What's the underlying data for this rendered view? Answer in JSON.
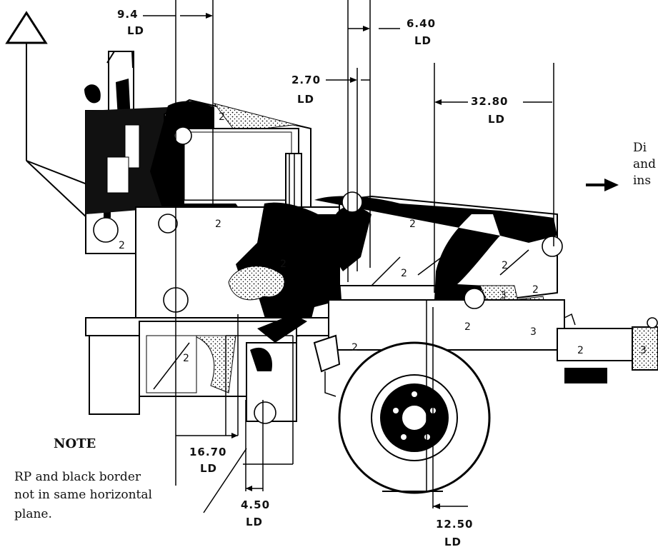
{
  "measurements": {
    "d1": {
      "value": "9.4",
      "unit": "LD"
    },
    "d2": {
      "value": "6.40",
      "unit": "LD"
    },
    "d3": {
      "value": "2.70",
      "unit": "LD"
    },
    "d4": {
      "value": "32.80",
      "unit": "LD"
    },
    "d5": {
      "value": "16.70",
      "unit": "LD"
    },
    "d6": {
      "value": "4.50",
      "unit": "LD"
    },
    "d7": {
      "value": "12.50",
      "unit": "LD"
    }
  },
  "zones": [
    "2",
    "3"
  ],
  "note": {
    "title": "NOTE",
    "lines": [
      "RP and black border",
      "not in same horizontal",
      "plane."
    ]
  },
  "side_text": [
    "Di",
    "and",
    "ins"
  ]
}
